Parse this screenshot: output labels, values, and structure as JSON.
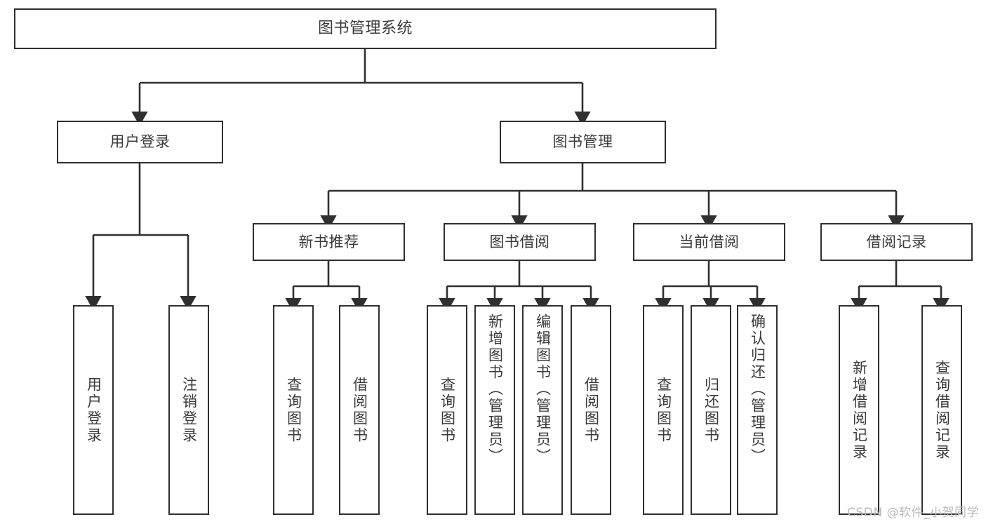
{
  "diagram": {
    "type": "tree",
    "title": "图书管理系统",
    "root": {
      "label": "图书管理系统"
    },
    "level1": [
      {
        "label": "用户登录"
      },
      {
        "label": "图书管理"
      }
    ],
    "level2": [
      {
        "label": "新书推荐"
      },
      {
        "label": "图书借阅"
      },
      {
        "label": "当前借阅"
      },
      {
        "label": "借阅记录"
      }
    ],
    "leaves": {
      "user_login": [
        {
          "label": "用户登录"
        },
        {
          "label": "注销登录"
        }
      ],
      "new_book": [
        {
          "label": "查询图书"
        },
        {
          "label": "借阅图书"
        }
      ],
      "borrow": [
        {
          "label": "查询图书"
        },
        {
          "label": "新增图书（管理员）"
        },
        {
          "label": "编辑图书（管理员）"
        },
        {
          "label": "借阅图书"
        }
      ],
      "current": [
        {
          "label": "查询图书"
        },
        {
          "label": "归还图书"
        },
        {
          "label": "确认归还（管理员）"
        }
      ],
      "records": [
        {
          "label": "新增借阅记录"
        },
        {
          "label": "查询借阅记录"
        }
      ]
    }
  },
  "watermark": {
    "text": "CSDN @软件_小贺同学"
  },
  "colors": {
    "box_border": "#2f2f2f",
    "text": "#3a3a3a",
    "background": "#ffffff",
    "watermark": "#b9b9b9"
  }
}
